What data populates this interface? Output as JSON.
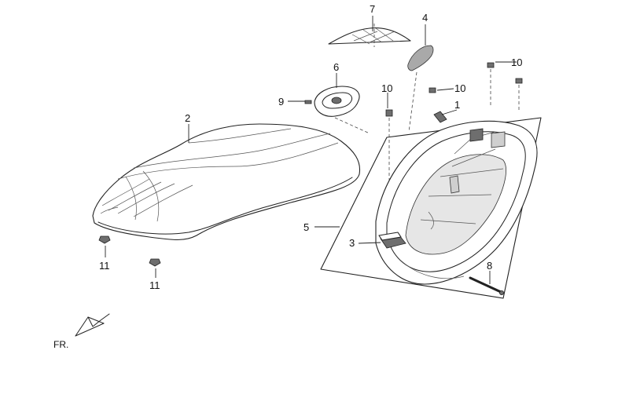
{
  "callouts": {
    "p1": "1",
    "p2": "2",
    "p3": "3",
    "p4": "4",
    "p5": "5",
    "p6": "6",
    "p7": "7",
    "p8": "8",
    "p9": "9",
    "p10a": "10",
    "p10b": "10",
    "p10c": "10",
    "p11a": "11",
    "p11b": "11"
  },
  "direction_label": "FR."
}
